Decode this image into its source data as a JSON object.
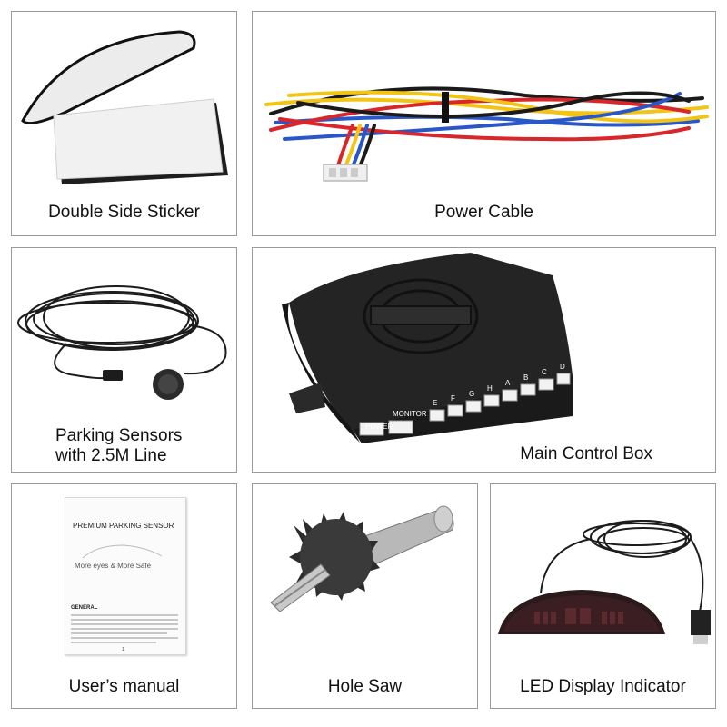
{
  "panels": {
    "sticker": {
      "caption": "Double Side Sticker"
    },
    "cable": {
      "caption": "Power Cable"
    },
    "sensors": {
      "caption_line1": "Parking Sensors",
      "caption_line2": "with 2.5M Line"
    },
    "box": {
      "caption": "Main Control Box",
      "port_labels": [
        "POWER",
        "MONITOR",
        "E",
        "F",
        "G",
        "H",
        "A",
        "B",
        "C",
        "D"
      ]
    },
    "manual": {
      "caption": "User’s manual",
      "doc_title": "PREMIUM PARKING SENSOR",
      "doc_slogan": "More eyes & More Safe",
      "doc_section": "GENERAL",
      "doc_page": "1"
    },
    "saw": {
      "caption": "Hole Saw"
    },
    "led": {
      "caption": "LED Display Indicator"
    }
  },
  "colors": {
    "border": "#9a9a9a",
    "wire_red": "#d9262a",
    "wire_yellow": "#f2c414",
    "wire_blue": "#2a57c8",
    "wire_black": "#1a1a1a",
    "device_black": "#242424"
  }
}
